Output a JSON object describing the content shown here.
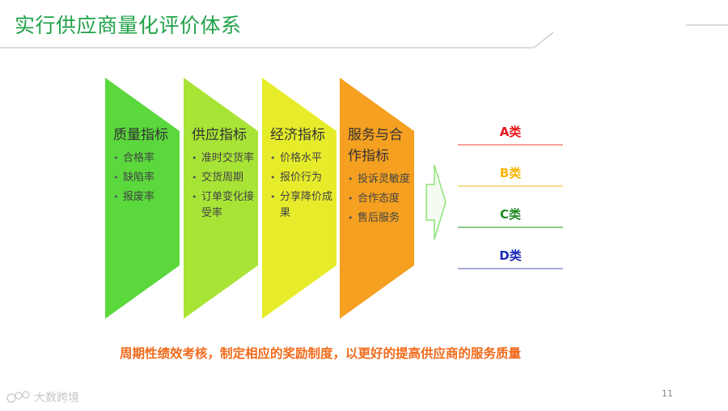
{
  "title": "实行供应商量化评价体系",
  "colors": {
    "title": "#22a24a",
    "quality": "#5ad83c",
    "supply": "#a8e436",
    "economic": "#e6ec2a",
    "service": "#f5a021",
    "arrow": "#8fe37a",
    "summary": "#f06a1a"
  },
  "indicators": [
    {
      "title": "质量指标",
      "items": [
        "合格率",
        "缺陷率",
        "报废率"
      ]
    },
    {
      "title": "供应指标",
      "items": [
        "准时交货率",
        "交货周期",
        "订单变化接受率"
      ]
    },
    {
      "title": "经济指标",
      "items": [
        "价格水平",
        "报价行为",
        "分享降价成果"
      ]
    },
    {
      "title": "服务与合作指标",
      "items": [
        "投诉灵敏度",
        "合作态度",
        "售后服务"
      ]
    }
  ],
  "arrow_icon": "right-arrow",
  "grades": [
    {
      "label": "A类",
      "color": "#e8161b",
      "line": "#f2a39a"
    },
    {
      "label": "B类",
      "color": "#f5b400",
      "line": "#f7dd8a"
    },
    {
      "label": "C类",
      "color": "#1f8a1f",
      "line": "#8cc88c"
    },
    {
      "label": "D类",
      "color": "#1b2bb5",
      "line": "#a8acd8"
    }
  ],
  "summary": "周期性绩效考核，制定相应的奖励制度，以更好的提高供应商的服务质量",
  "page_number": "11",
  "watermark": "大数跨境"
}
